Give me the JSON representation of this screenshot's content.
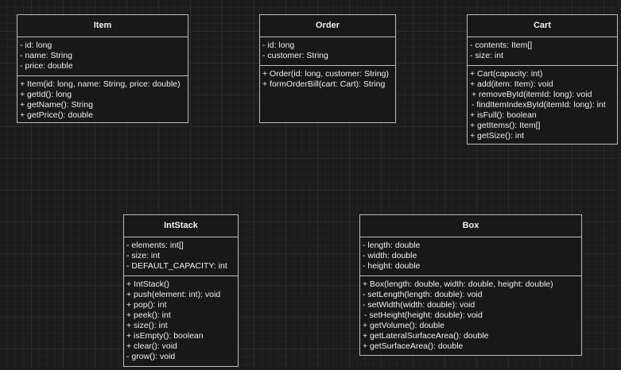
{
  "diagram": {
    "classes": {
      "item": {
        "name": "Item",
        "attributes": [
          "- id: long",
          "- name: String",
          "- price: double"
        ],
        "methods": [
          "+ Item(id: long, name: String, price: double)",
          "+ getId(): long",
          "+ getName(): String",
          "+ getPrice(): double"
        ]
      },
      "order": {
        "name": "Order",
        "attributes": [
          "- id: long",
          "- customer: String"
        ],
        "methods": [
          "+ Order(id: long, customer: String)",
          "+ formOrderBill(cart: Cart): String"
        ]
      },
      "cart": {
        "name": "Cart",
        "attributes": [
          "- contents: Item[]",
          "- size: int"
        ],
        "methods": [
          "+ Cart(capacity: int)",
          "+ add(item: Item): void",
          "+ removeById(itemId: long): void",
          "- findItemIndexById(itemId: long): int",
          "+ isFull(): boolean",
          "+ getItems(): Item[]",
          "+ getSize(): int"
        ]
      },
      "intstack": {
        "name": "IntStack",
        "attributes": [
          "- elements: int[]",
          "- size: int",
          "- DEFAULT_CAPACITY: int"
        ],
        "methods": [
          "+ IntStack()",
          "+ push(element: int): void",
          "+ pop(): int",
          "+ peek(): int",
          "+ size(): int",
          "+ isEmpty(): boolean",
          "+ clear(): void",
          "- grow(): void"
        ]
      },
      "box": {
        "name": "Box",
        "attributes": [
          "- length: double",
          "- width: double",
          "- height: double"
        ],
        "methods": [
          "+ Box(length: double, width: double, height: double)",
          "- setLength(length: double): void",
          "- setWidth(width: double): void",
          "- setHeight(height: double): void",
          "+ getVolume(): double",
          "+ getLateralSurfaceArea(): double",
          "+ getSurfaceArea(): double"
        ]
      }
    }
  }
}
